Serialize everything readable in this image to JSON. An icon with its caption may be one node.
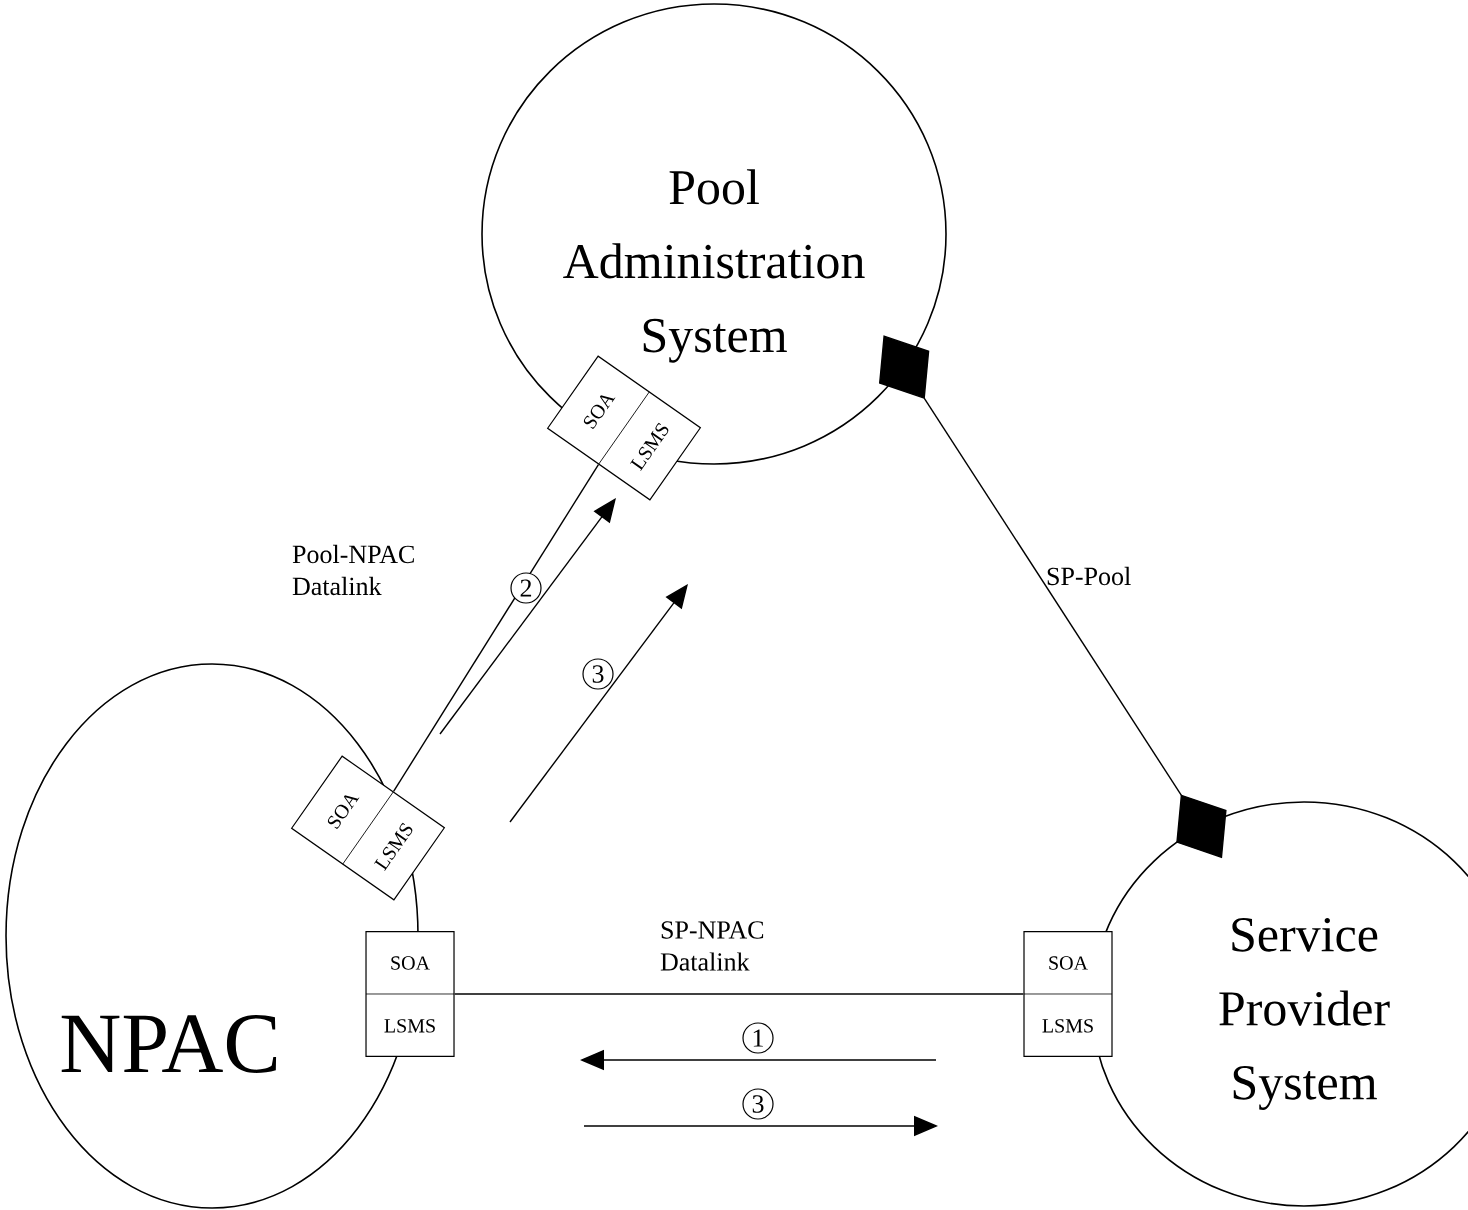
{
  "diagram": {
    "nodes": [
      {
        "text": [
          "Pool Administration System"
        ]
      },
      {
        "text": [
          "NPAC"
        ]
      },
      {
        "text": [
          "Service Provider System"
        ]
      },
      {
        "text": [
          "SOA",
          "LSMS"
        ]
      },
      {
        "text": [
          "SOA",
          "LSMS"
        ]
      },
      {
        "text": [
          "SOA",
          "LSMS"
        ]
      },
      {
        "text": [
          "SOA",
          "LSMS"
        ]
      }
    ],
    "edges": [
      {
        "from": 4,
        "to": 3,
        "arrow": "none",
        "label": "Pool-NPAC Datalink"
      },
      {
        "from": 5,
        "to": 6,
        "arrow": "none",
        "label": "SP-NPAC Datalink"
      },
      {
        "from": 0,
        "to": 2,
        "arrow": "other",
        "label": "SP-Pool"
      }
    ],
    "labels": [
      "2",
      "3",
      "1",
      "3"
    ]
  }
}
